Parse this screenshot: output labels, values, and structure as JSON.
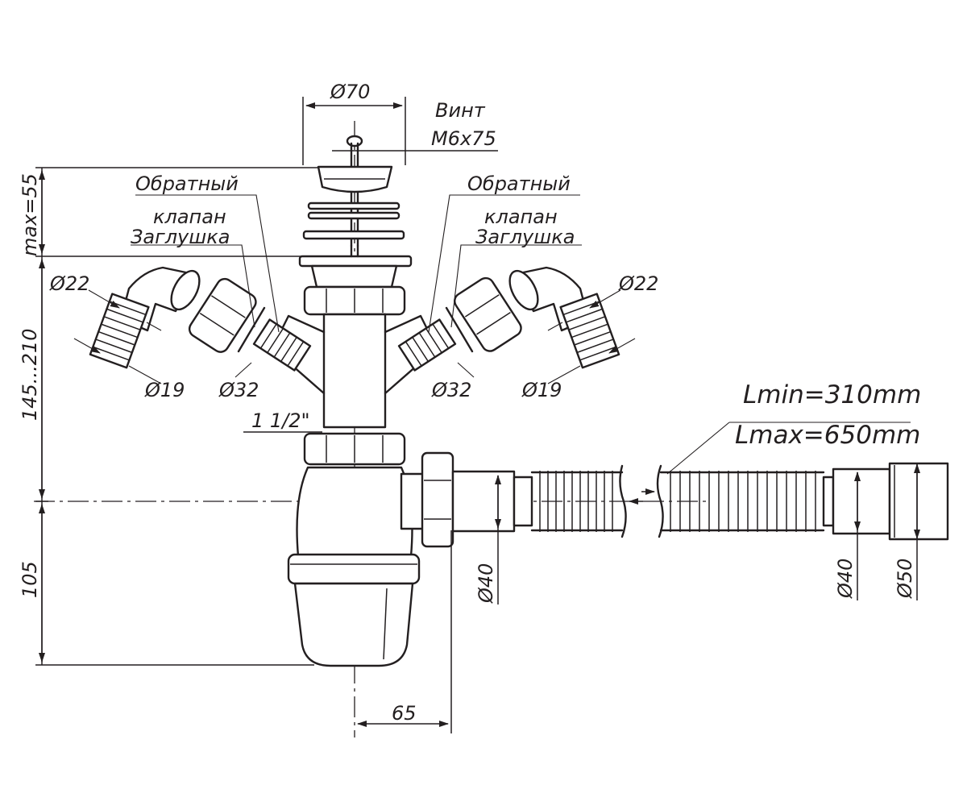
{
  "labels": {
    "top_diameter": "Ø70",
    "screw_1": "Винт",
    "screw_2": "M6x75",
    "check_left_1": "Обратный",
    "check_left_2": "клапан",
    "plug_left": "Заглушка",
    "check_right_1": "Обратный",
    "check_right_2": "клапан",
    "plug_right": "Заглушка",
    "d22_left": "Ø22",
    "d22_right": "Ø22",
    "d19_left": "Ø19",
    "d19_right": "Ø19",
    "d32_left": "Ø32",
    "d32_right": "Ø32",
    "thread": "1 1/2\"",
    "dim_max": "max=55",
    "dim_range": "145...210",
    "dim_105": "105",
    "dim_65": "65",
    "d40_outlet": "Ø40",
    "d40_end": "Ø40",
    "d50_end": "Ø50",
    "lmin": "Lmin=310mm",
    "lmax": "Lmax=650mm"
  }
}
